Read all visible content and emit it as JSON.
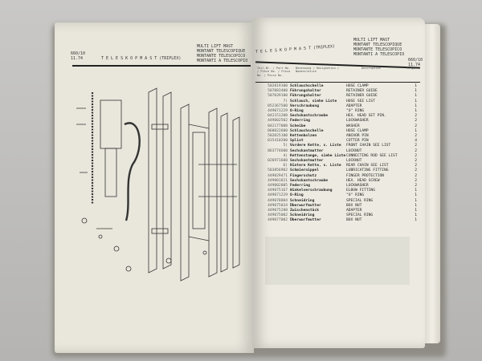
{
  "left_page": {
    "code": "660/10\n11.74",
    "title": "T E L E S K O P M A S T   (TRIPLEX)",
    "languages": [
      "MULTI LIFT MAST",
      "MONTANT TELESCOPIQUE",
      "MONTANTE TELESCOPICO",
      "MONTANTI A TELESCOPIO"
    ]
  },
  "right_page": {
    "title": "T E L E S K O P M A S T   (TRIPLEX)",
    "languages": [
      "MULTI LIFT MAST",
      "MONTANT TELESCOPIQUE",
      "MONTANTE TELESCOPICO",
      "MONTANTI A TELESCOPIO"
    ],
    "code": "660/10\n11.74",
    "column_headers": [
      "Teil-Nr. / Part No. / Pièce No. / Pieza No. / Pezzo No.",
      "Benennung / Designation / Nomenclature",
      "Description",
      "Menge"
    ],
    "parts": [
      {
        "pn": "502819100",
        "de": "Schlauchschelle",
        "en": "HOSE CLAMP",
        "q": "1"
      },
      {
        "pn": "507083400",
        "de": "Führungshalter",
        "en": "RETAINER GUIDE",
        "q": "1"
      },
      {
        "pn": "507039100",
        "de": "Führungshalter",
        "en": "RETAINER GUIDE",
        "q": "1"
      },
      {
        "pn": "7)",
        "de": "Schlauch, siehe Liste",
        "en": "HOSE SEE LIST",
        "q": "1"
      },
      {
        "pn": "052367500",
        "de": "Verschraubung",
        "en": "ADAPTER",
        "q": "1"
      },
      {
        "pn": "449071229",
        "de": "O-Ring",
        "en": "\"O\" RING",
        "q": "1"
      },
      {
        "pn": "042151200",
        "de": "Sechskantschraube",
        "en": "HEX. HEAD SET PIN.",
        "q": "2"
      },
      {
        "pn": "449002502",
        "de": "Federring",
        "en": "LOCKWASHER",
        "q": "2"
      },
      {
        "pn": "042177000",
        "de": "Scheibe",
        "en": "WASHER",
        "q": "2"
      },
      {
        "pn": "060022600",
        "de": "Schlauchschelle",
        "en": "HOSE CLAMP",
        "q": "1"
      },
      {
        "pn": "502025100",
        "de": "Kettenbolzen",
        "en": "ANCHOR PIN",
        "q": "2"
      },
      {
        "pn": "015410200",
        "de": "Splint",
        "en": "COTTER PIN",
        "q": "4"
      },
      {
        "pn": "5)",
        "de": "Vordere Kette, s. Liste",
        "en": "FRONT CHAIN SEE LIST",
        "q": "2"
      },
      {
        "pn": "063774600",
        "de": "Sechskantmutter",
        "en": "LOCKNUT",
        "q": "2"
      },
      {
        "pn": "4)",
        "de": "Kettenstange, siehe Liste",
        "en": "CONNECTING ROD SEE LIST",
        "q": "2"
      },
      {
        "pn": "026971600",
        "de": "Sechskantmutter",
        "en": "LOCKNUT",
        "q": "2"
      },
      {
        "pn": "6)",
        "de": "Hintere Kette, s. Liste",
        "en": "REAR CHAIN SEE LIST",
        "q": "2"
      },
      {
        "pn": "503856902",
        "de": "Schmiernippel",
        "en": "LUBRICATING FITTING",
        "q": "2"
      },
      {
        "pn": "449029471",
        "de": "Fingerschutz",
        "en": "FINGER PROTECTION",
        "q": "2"
      },
      {
        "pn": "449001821",
        "de": "Sechskantschraube",
        "en": "HEX. HEAD SCREW",
        "q": "2"
      },
      {
        "pn": "449002005",
        "de": "Federring",
        "en": "LOCKWASHER",
        "q": "2"
      },
      {
        "pn": "449075167",
        "de": "Winkelverschraubung",
        "en": "ELBOW FITTING",
        "q": "1"
      },
      {
        "pn": "449071229",
        "de": "O-Ring",
        "en": "\"O\" RING",
        "q": "1"
      },
      {
        "pn": "449078004",
        "de": "Schneidring",
        "en": "SPECIAL RING",
        "q": "1"
      },
      {
        "pn": "449075034",
        "de": "Überwurfmutter",
        "en": "BOX NUT",
        "q": "1"
      },
      {
        "pn": "449075288",
        "de": "Zwischenstück",
        "en": "ADAPTER",
        "q": "1"
      },
      {
        "pn": "449075002",
        "de": "Schneidring",
        "en": "SPECIAL RING",
        "q": "1"
      },
      {
        "pn": "449077002",
        "de": "Überwurfmutter",
        "en": "BOX NUT",
        "q": "1"
      }
    ]
  }
}
